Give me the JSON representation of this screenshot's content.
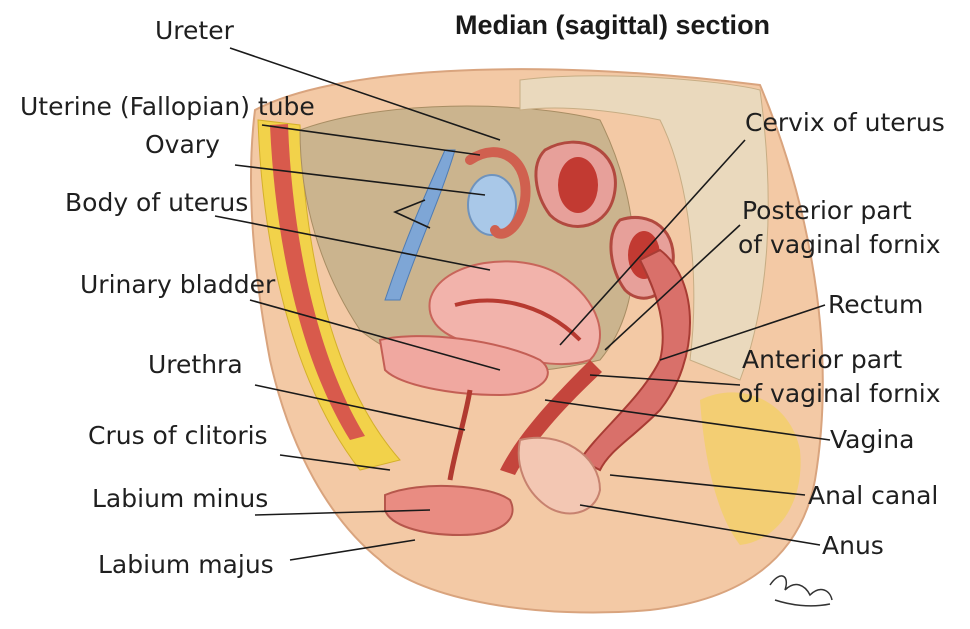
{
  "figure": {
    "title": "Median (sagittal) section",
    "labels_left": {
      "ureter": "Ureter",
      "uterine_tube": "Uterine (Fallopian) tube",
      "ovary": "Ovary",
      "body_of_uterus": "Body of uterus",
      "urinary_bladder": "Urinary bladder",
      "urethra": "Urethra",
      "crus_of_clitoris": "Crus of clitoris",
      "labium_minus": "Labium minus",
      "labium_majus": "Labium majus"
    },
    "labels_right": {
      "cervix_of_uterus": "Cervix of uterus",
      "posterior_fornix_line1": "Posterior part",
      "posterior_fornix_line2": "of vaginal fornix",
      "rectum": "Rectum",
      "anterior_fornix_line1": "Anterior part",
      "anterior_fornix_line2": "of vaginal fornix",
      "vagina": "Vagina",
      "anal_canal": "Anal canal",
      "anus": "Anus"
    }
  }
}
